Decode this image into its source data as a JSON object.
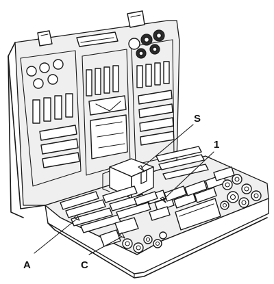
{
  "labels": {
    "s": "S",
    "one": "1",
    "a": "A",
    "c": "C"
  },
  "colors": {
    "ink": "#1a1a1a",
    "paper": "#ffffff",
    "speckle": "#efefef"
  }
}
